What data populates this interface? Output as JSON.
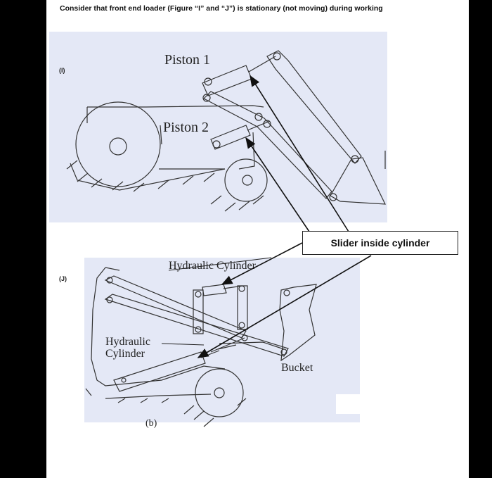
{
  "header": {
    "text": "Consider that front end loader (Figure “I” and “J”) is stationary (not moving) during working"
  },
  "figure_i": {
    "label": "(I)",
    "piston_1_label": "Piston 1",
    "piston_2_label": "Piston 2"
  },
  "figure_j": {
    "label": "(J)",
    "hydraulic_cylinder_top_label": "Hydraulic Cylinder",
    "hydraulic_cylinder_left_label_line1": "Hydraulic",
    "hydraulic_cylinder_left_label_line2": "Cylinder",
    "bucket_label": "Bucket",
    "caption": "(b)"
  },
  "callout": {
    "text": "Slider inside cylinder"
  }
}
